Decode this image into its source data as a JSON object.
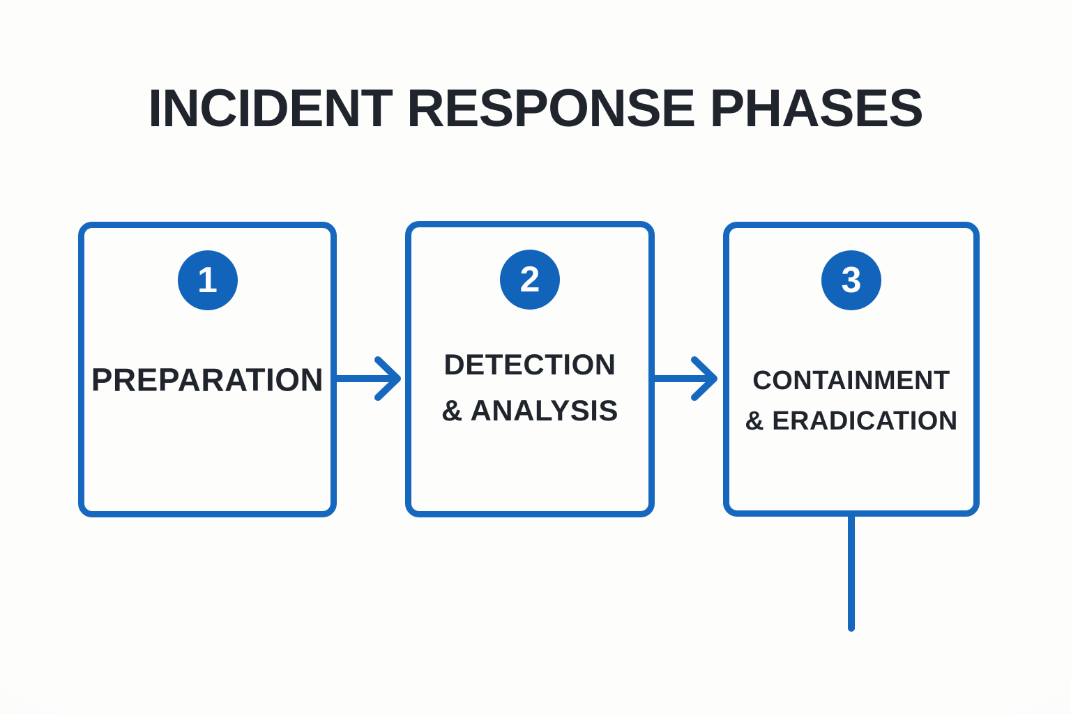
{
  "title": "INCIDENT RESPONSE PHASES",
  "colors": {
    "accent_blue": "#1568BE",
    "badge_blue": "#1164B9",
    "text_dark": "#20242C",
    "background": "#FCFCFA",
    "badge_number_color": "#FFFFFF"
  },
  "phases": [
    {
      "number": "1",
      "label_lines": [
        "PREPARATION"
      ]
    },
    {
      "number": "2",
      "label_lines": [
        "DETECTION",
        "& ANALYSIS"
      ]
    },
    {
      "number": "3",
      "label_lines": [
        "CONTAINMENT",
        "& ERADICATION"
      ]
    }
  ],
  "connectors": [
    {
      "name": "arrow-preparation-to-detection",
      "type": "arrow-right"
    },
    {
      "name": "arrow-detection-to-containment",
      "type": "arrow-right"
    },
    {
      "name": "line-down-from-containment",
      "type": "line-down"
    }
  ]
}
